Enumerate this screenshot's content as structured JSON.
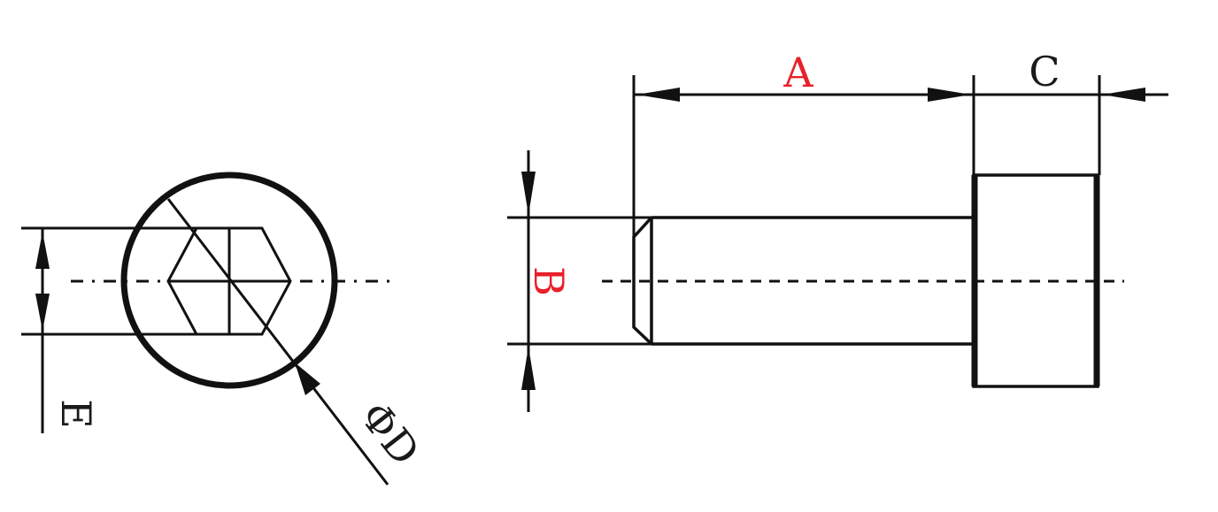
{
  "labels": {
    "A": "A",
    "B": "B",
    "C": "C",
    "D": "ΦD",
    "E": "E"
  },
  "colors": {
    "line": "#111111",
    "highlight_label": "#e8202a",
    "normal_label": "#1a1a1a"
  }
}
